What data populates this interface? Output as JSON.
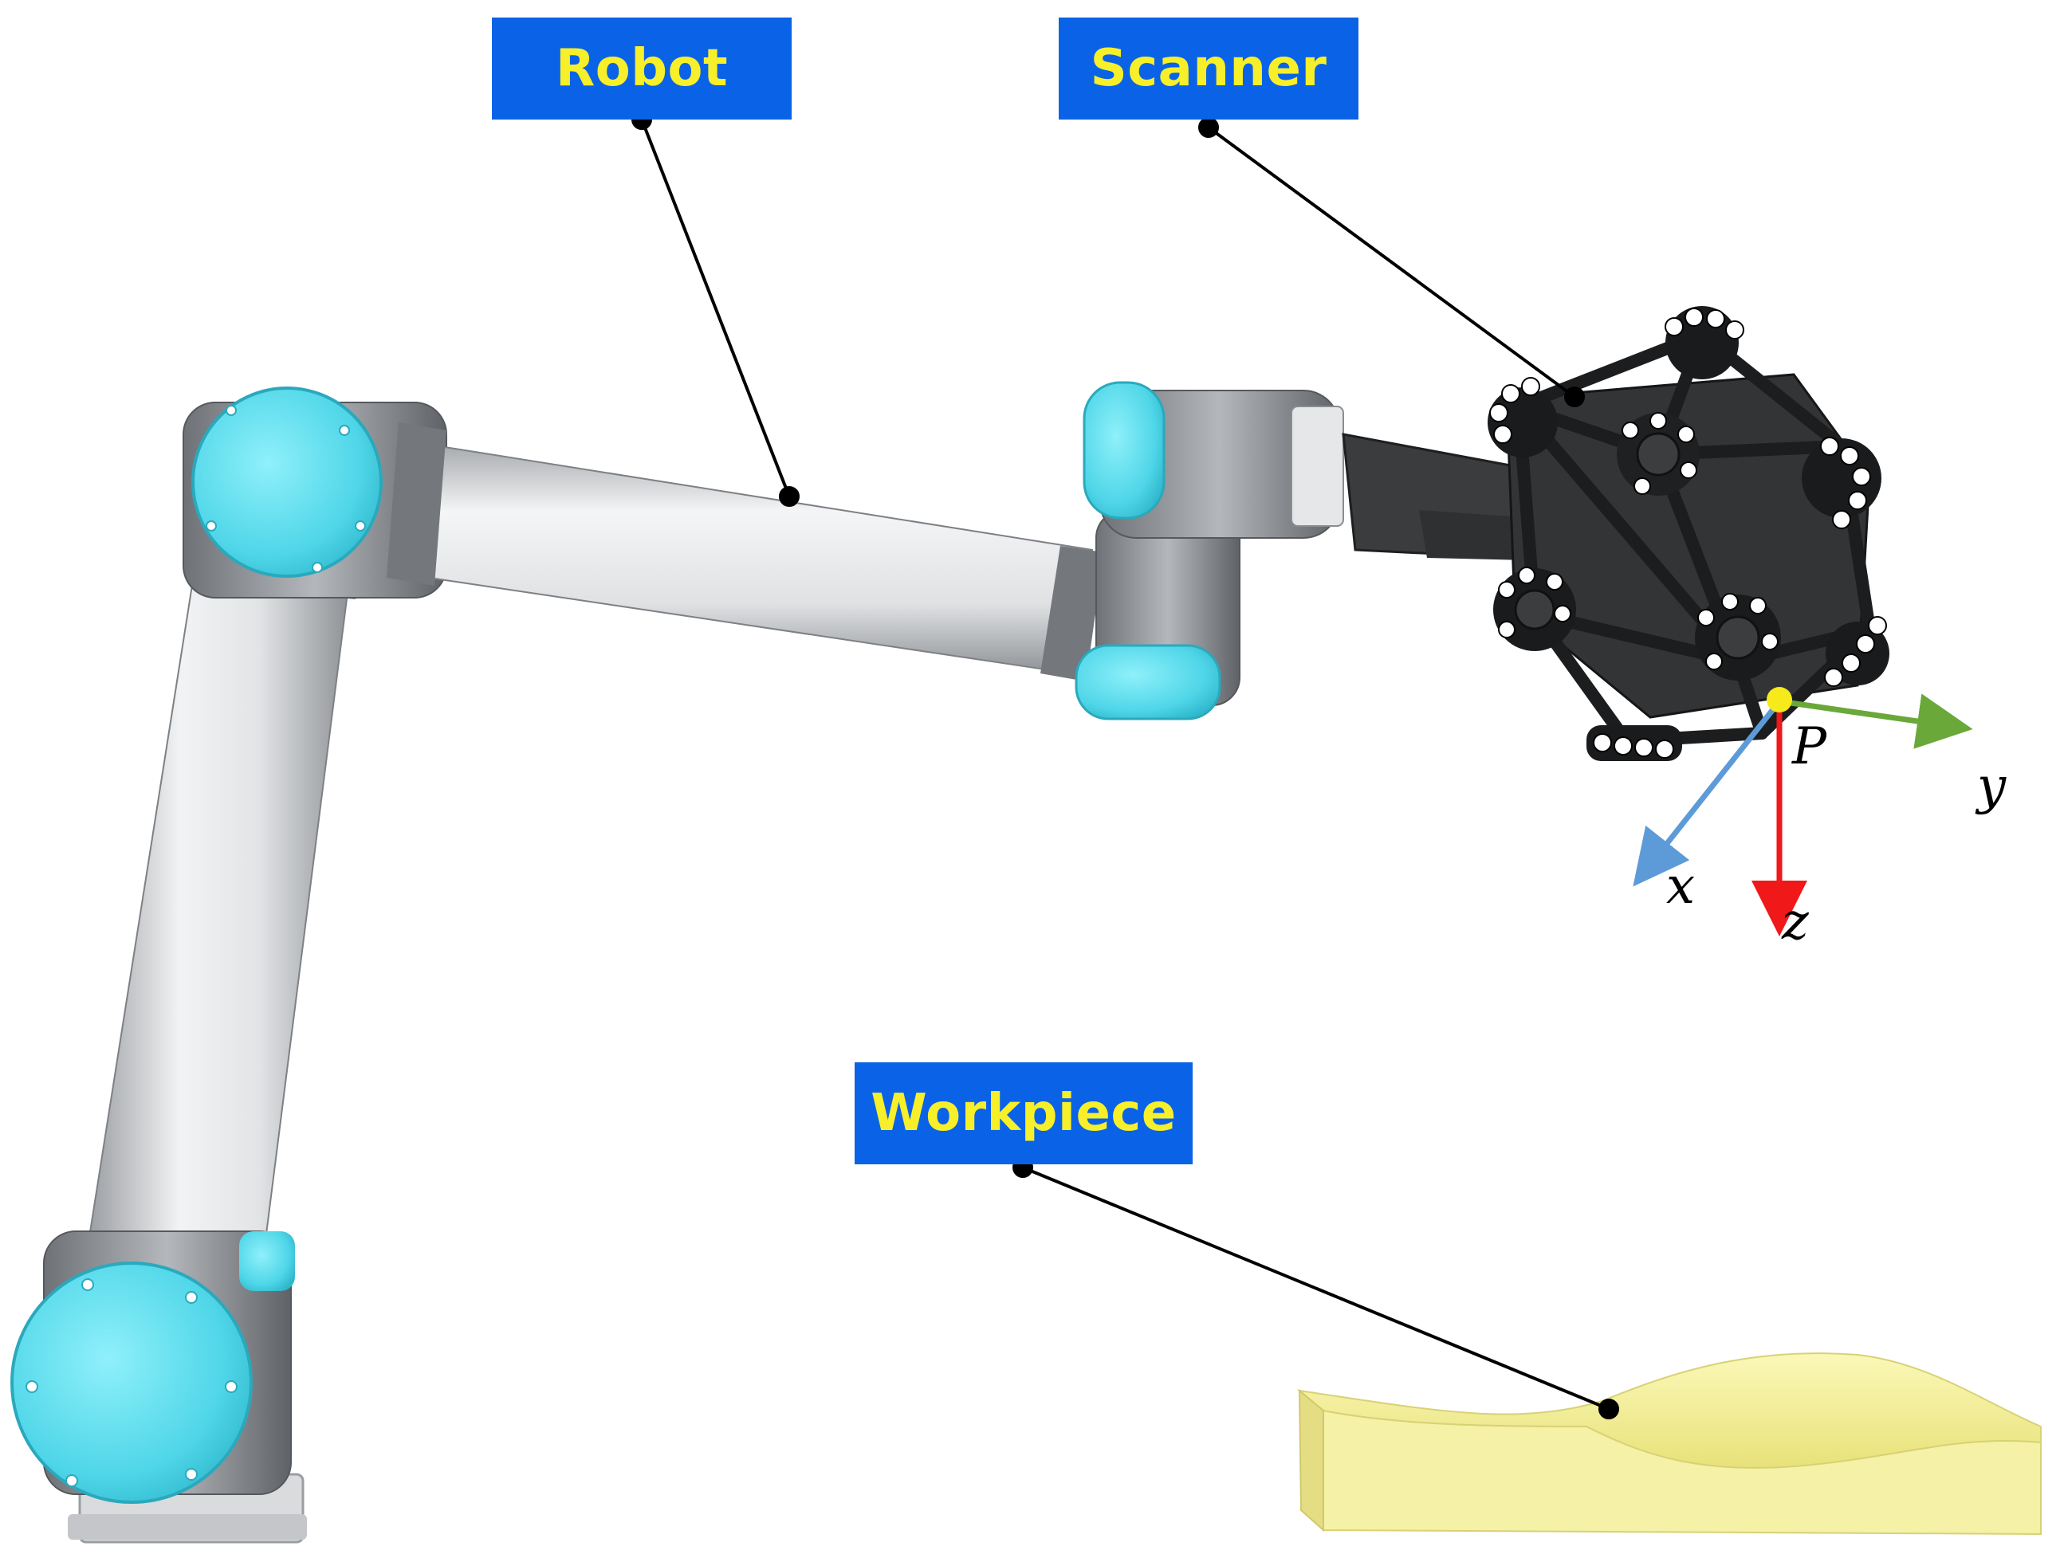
{
  "callouts": {
    "robot": "Robot",
    "scanner": "Scanner",
    "workpiece": "Workpiece"
  },
  "frame": {
    "origin": "P",
    "x": "x",
    "y": "y",
    "z": "z"
  },
  "colors": {
    "callout_bg": "#0a63e6",
    "callout_text": "#f7ef2a",
    "robot_cap": "#55dcec",
    "robot_body": "#c9cccf",
    "joint": "#85888c",
    "scanner": "#2b2b2b",
    "workpiece": "#f2ee96",
    "axis_x": "#5d9bd8",
    "axis_y": "#6aa83a",
    "axis_z": "#f01818",
    "origin_point": "#f6ea1a"
  }
}
